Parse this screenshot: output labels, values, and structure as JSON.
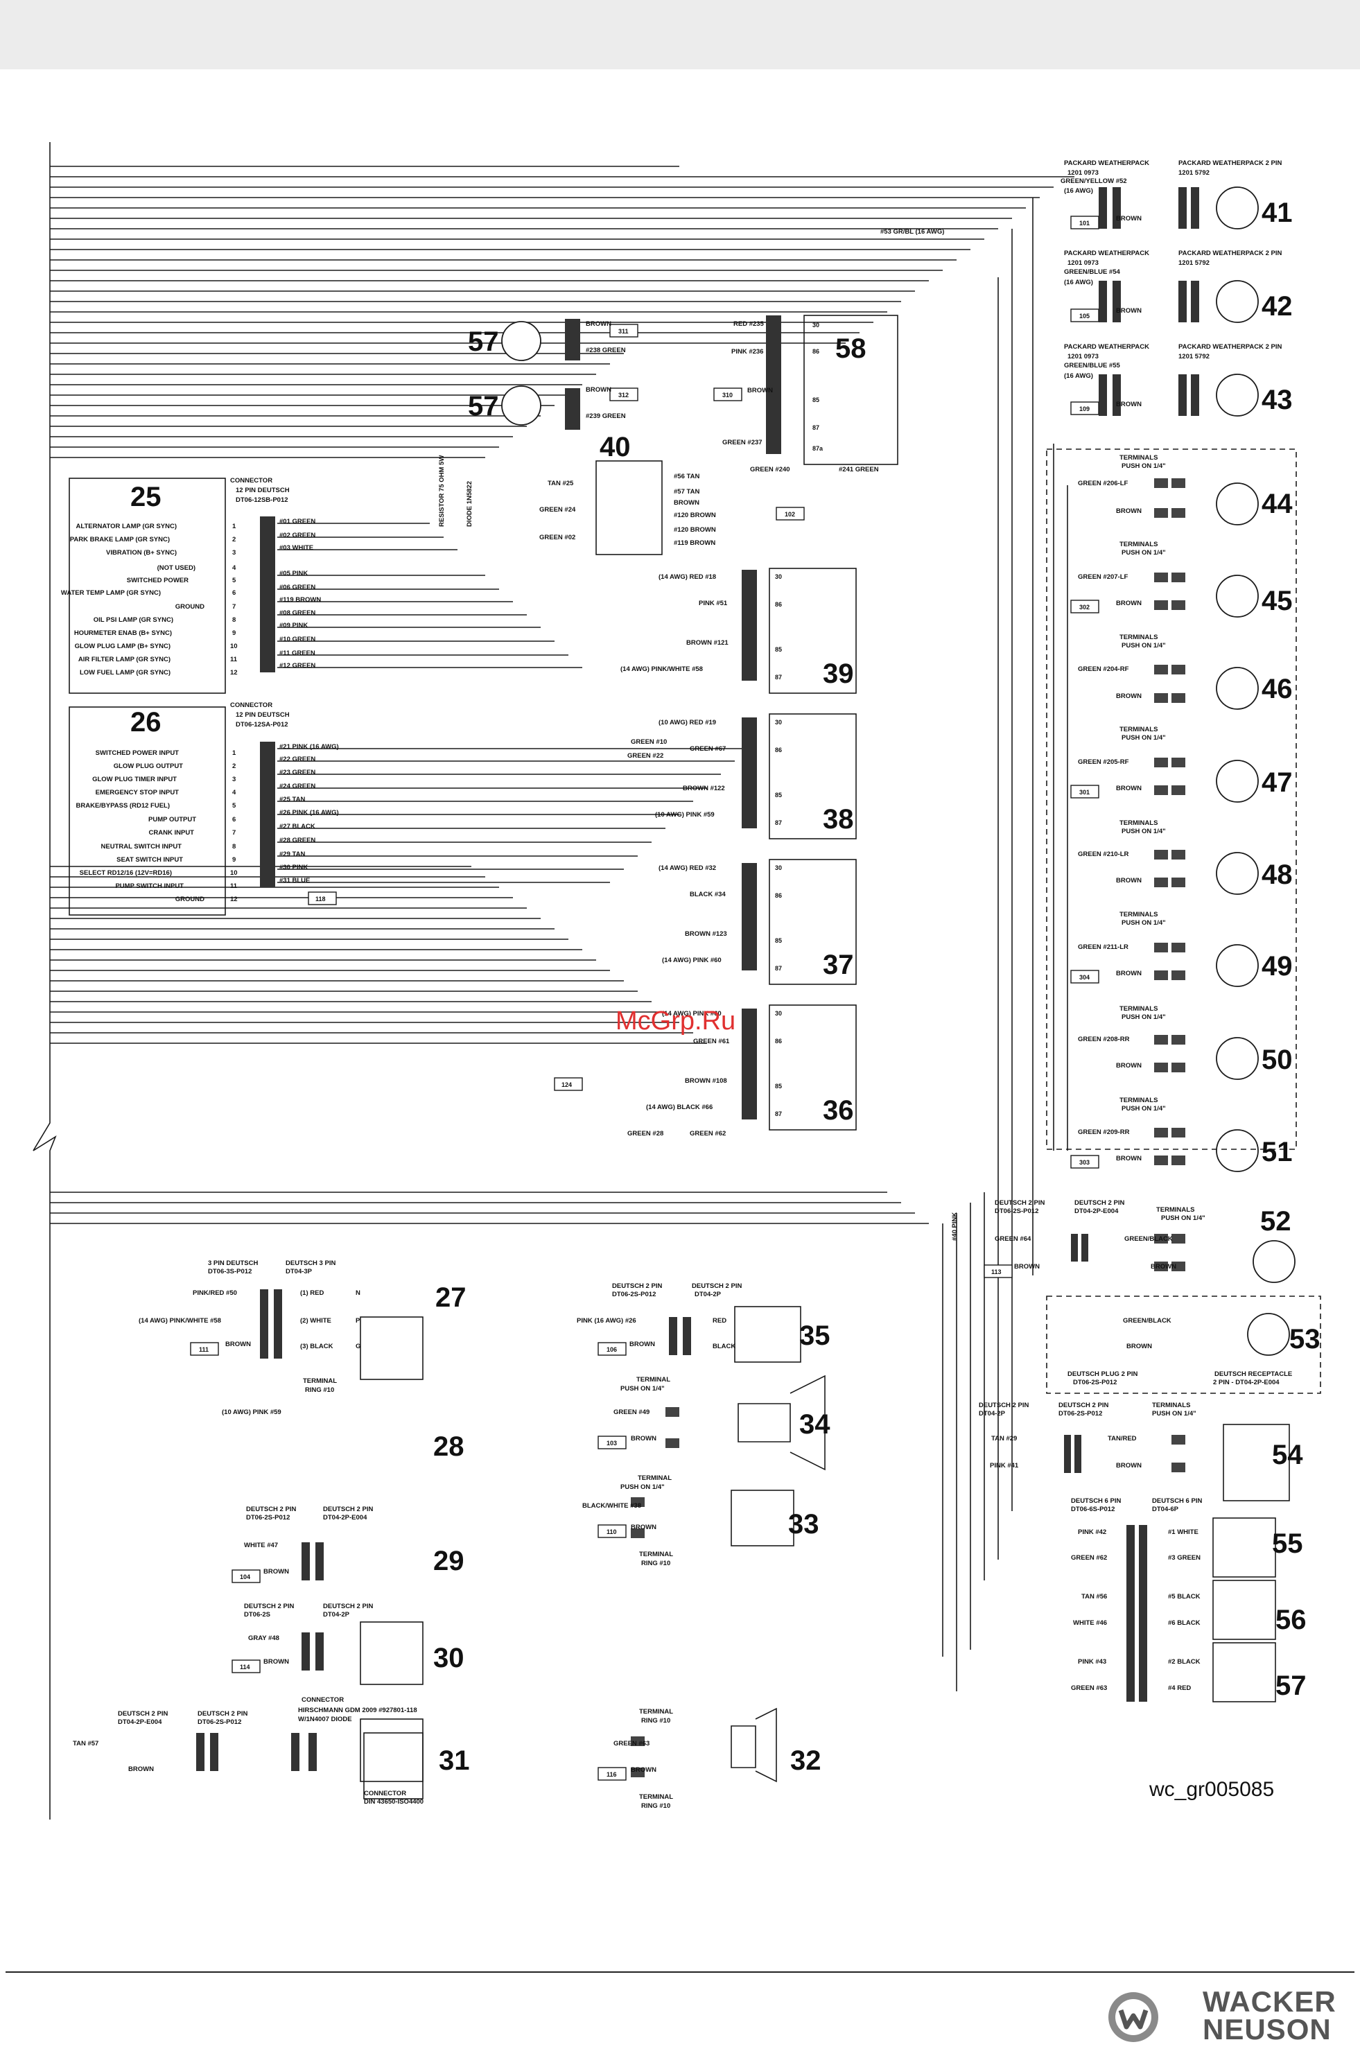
{
  "watermark": "McGrp.Ru",
  "reference": "wc_gr005085",
  "brand": {
    "line1": "WACKER",
    "line2": "NEUSON"
  },
  "connector25": {
    "number": "25",
    "header": [
      "CONNECTOR",
      "12 PIN DEUTSCH",
      "DT06-12SB-P012"
    ],
    "functions": [
      "ALTERNATOR LAMP (GR SYNC)",
      "PARK BRAKE LAMP (GR SYNC)",
      "VIBRATION (B+ SYNC)",
      "(NOT USED)",
      "SWITCHED POWER",
      "WATER TEMP LAMP (GR SYNC)",
      "GROUND",
      "OIL PSI LAMP (GR SYNC)",
      "HOURMETER ENAB (B+ SYNC)",
      "GLOW PLUG LAMP (B+ SYNC)",
      "AIR FILTER LAMP (GR SYNC)",
      "LOW FUEL LAMP (GR SYNC)"
    ],
    "pins": [
      "1",
      "2",
      "3",
      "4",
      "5",
      "6",
      "7",
      "8",
      "9",
      "10",
      "11",
      "12"
    ],
    "wires": [
      "#01 GREEN",
      "#02 GREEN",
      "#03 WHITE",
      "#05 PINK",
      "#06 GREEN",
      "#119 BROWN",
      "#08 GREEN",
      "#09 PINK",
      "#10 GREEN",
      "#11 GREEN",
      "#12 GREEN"
    ]
  },
  "connector26": {
    "number": "26",
    "header": [
      "CONNECTOR",
      "12 PIN DEUTSCH",
      "DT06-12SA-P012"
    ],
    "functions": [
      "SWITCHED POWER INPUT",
      "GLOW PLUG OUTPUT",
      "GLOW PLUG TIMER INPUT",
      "EMERGENCY STOP INPUT",
      "BRAKE/BYPASS (RD12 FUEL)",
      "PUMP OUTPUT",
      "CRANK INPUT",
      "NEUTRAL SWITCH INPUT",
      "SEAT SWITCH INPUT",
      "SELECT RD12/16 (12V=RD16)",
      "PUMP SWITCH INPUT",
      "GROUND"
    ],
    "pins": [
      "1",
      "2",
      "3",
      "4",
      "5",
      "6",
      "7",
      "8",
      "9",
      "10",
      "11",
      "12"
    ],
    "wires": [
      "#21 PINK (16 AWG)",
      "#22 GREEN",
      "#23 GREEN",
      "#24 GREEN",
      "#25 TAN",
      "#26 PINK (16 AWG)",
      "#27 BLACK",
      "#28 GREEN",
      "#29 TAN",
      "#30 PINK",
      "#31 BLUE"
    ],
    "ground_box": "118"
  },
  "component_numbers": {
    "lamp57a": "57",
    "lamp57b": "57",
    "relay58": "58",
    "switch40": "40",
    "relay39": "39",
    "relay38": "38",
    "relay37": "37",
    "relay36": "36",
    "c41": "41",
    "c42": "42",
    "c43": "43",
    "c44": "44",
    "c45": "45",
    "c46": "46",
    "c47": "47",
    "c48": "48",
    "c49": "49",
    "c50": "50",
    "c51": "51",
    "c52": "52",
    "c53": "53",
    "c54": "54",
    "c55": "55",
    "c56": "56",
    "c57": "57",
    "c27": "27",
    "c28": "28",
    "c29": "29",
    "c30": "30",
    "c31": "31",
    "c32": "32",
    "c33": "33",
    "c34": "34",
    "c35": "35"
  },
  "relay_pins": [
    "30",
    "86",
    "85",
    "87",
    "87a"
  ],
  "labels": {
    "lamp57a_brown": "BROWN",
    "lamp57a_box": "311",
    "lamp57a_wire": "#238 GREEN",
    "lamp57b_brown": "BROWN",
    "lamp57b_box": "312",
    "lamp57b_wire": "#239 GREEN",
    "r58_red": "RED #235",
    "r58_pink": "PINK #236",
    "r58_box": "310",
    "r58_brown": "BROWN",
    "r58_green237": "GREEN #237",
    "r58_green240": "GREEN #240",
    "r58_green241": "#241 GREEN",
    "resistor": "RESISTOR 75 OHM 5W",
    "diode": "DIODE 1N5822",
    "sw40_tan25": "TAN #25",
    "sw40_green24": "GREEN #24",
    "sw40_green02": "GREEN #02",
    "sw40_tan56": "#56 TAN",
    "sw40_tan57": "#57 TAN",
    "sw40_brown": "BROWN",
    "sw40_b120a": "#120 BROWN",
    "sw40_b120b": "#120 BROWN",
    "sw40_b119": "#119 BROWN",
    "sw40_box": "102",
    "r39_red18": "(14 AWG) RED #18",
    "r39_pink51": "PINK #51",
    "r39_brown121": "BROWN #121",
    "r39_pinkwhite58": "(14 AWG) PINK/WHITE #58",
    "r38_red19": "(10 AWG) RED #19",
    "r38_green10": "GREEN #10",
    "r38_green22": "GREEN #22",
    "r38_green67": "GREEN #67",
    "r38_brown122": "BROWN #122",
    "r38_pink59": "(10 AWG) PINK #59",
    "r37_red32": "(14 AWG) RED #32",
    "r37_black34": "BLACK #34",
    "r37_brown123": "BROWN #123",
    "r37_pink60": "(14 AWG) PINK #60",
    "r36_pink60": "(14 AWG) PINK #60",
    "r36_green61": "GREEN #61",
    "r36_brown108": "BROWN #108",
    "r36_black66": "(14 AWG) BLACK #66",
    "r36_box": "124",
    "r36_green28": "GREEN #28",
    "r36_green62": "GREEN #62",
    "c41_pk1": "PACKARD WEATHERPACK",
    "c41_pk2": "1201 0973",
    "c41_pk3": "GREEN/YELLOW #52",
    "c41_pk4": "(16 AWG)",
    "c41_pw1": "PACKARD WEATHERPACK 2 PIN",
    "c41_pw2": "1201 5792",
    "c41_box": "101",
    "c41_brown": "BROWN",
    "c41_grbl": "#53 GR/BL (16 AWG)",
    "c42_pk1": "PACKARD WEATHERPACK",
    "c42_pk2": "1201 0973",
    "c42_pk3": "GREEN/BLUE #54",
    "c42_pk4": "(16 AWG)",
    "c42_pw1": "PACKARD WEATHERPACK 2 PIN",
    "c42_pw2": "1201 5792",
    "c42_box": "105",
    "c42_brown": "BROWN",
    "c43_pk1": "PACKARD WEATHERPACK",
    "c43_pk2": "1201 0973",
    "c43_pk3": "GREEN/BLUE #55",
    "c43_pk4": "(16 AWG)",
    "c43_pw1": "PACKARD WEATHERPACK 2 PIN",
    "c43_pw2": "1201 5792",
    "c43_box": "109",
    "c43_brown": "BROWN",
    "t_terminals": "TERMINALS",
    "t_push": "PUSH ON 1/4\"",
    "c44_green": "GREEN #206-LF",
    "c44_brown": "BROWN",
    "c45_green": "GREEN #207-LF",
    "c45_box": "302",
    "c45_brown": "BROWN",
    "c46_green": "GREEN #204-RF",
    "c46_brown": "BROWN",
    "c47_green": "GREEN #205-RF",
    "c47_box": "301",
    "c47_brown": "BROWN",
    "c48_green": "GREEN #210-LR",
    "c48_brown": "BROWN",
    "c49_green": "GREEN #211-LR",
    "c49_box": "304",
    "c49_brown": "BROWN",
    "c50_green": "GREEN #208-RR",
    "c50_brown": "BROWN",
    "c51_green": "GREEN #209-RR",
    "c51_box": "303",
    "c51_brown": "BROWN",
    "pink40": "#40 PINK",
    "c52_d1": "DEUTSCH 2 PIN",
    "c52_d2": "DT06-2S-P012",
    "c52_d3": "DEUTSCH 2 PIN",
    "c52_d4": "DT04-2P-E004",
    "c52_green64": "GREEN #64",
    "c52_box": "113",
    "c52_brown": "BROWN",
    "c52_gb": "GREEN/BLACK",
    "c52_brown2": "BROWN",
    "c53_gb": "GREEN/BLACK",
    "c53_brown": "BROWN",
    "c53_p1": "DEUTSCH PLUG 2 PIN",
    "c53_p2": "DT06-2S-P012",
    "c53_r1": "DEUTSCH RECEPTACLE",
    "c53_r2": "2 PIN - DT04-2P-E004",
    "c54_d1": "DEUTSCH 2 PIN",
    "c54_d2": "DT04-2P",
    "c54_d3": "DEUTSCH 2 PIN",
    "c54_d4": "DT06-2S-P012",
    "c54_tan29": "TAN #29",
    "c54_pink41": "PINK #41",
    "c54_tanred": "TAN/RED",
    "c54_brown": "BROWN",
    "c55_d1": "DEUTSCH 6 PIN",
    "c55_d2": "DT06-6S-P012",
    "c55_d3": "DEUTSCH 6 PIN",
    "c55_d4": "DT04-6P",
    "c55_pink42": "PINK #42",
    "c55_green62": "GREEN #62",
    "c55_w1": "#1 WHITE",
    "c55_g3": "#3 GREEN",
    "c56_tan56": "TAN #56",
    "c56_white46": "WHITE #46",
    "c56_b5": "#5 BLACK",
    "c56_b6": "#6 BLACK",
    "c57_pink43": "PINK #43",
    "c57_green63": "GREEN #63",
    "c57_b2": "#2 BLACK",
    "c57_r4": "#4 RED",
    "c27_d1": "3 PIN DEUTSCH",
    "c27_d2": "DT06-3S-P012",
    "c27_d3": "DEUTSCH 3 PIN",
    "c27_d4": "DT04-3P",
    "c27_pinkred": "PINK/RED #50",
    "c27_pw58": "(14 AWG) PINK/WHITE #58",
    "c27_box": "111",
    "c27_brown": "BROWN",
    "c27_red": "(1) RED",
    "c27_white": "(2) WHITE",
    "c27_black": "(3) BLACK",
    "c27_n": "N",
    "c27_p": "P",
    "c27_g": "G",
    "c28_t1": "TERMINAL",
    "c28_t2": "RING #10",
    "c28_pink59": "(10 AWG) PINK #59",
    "c29_d1": "DEUTSCH 2 PIN",
    "c29_d2": "DT06-2S-P012",
    "c29_d3": "DEUTSCH 2 PIN",
    "c29_d4": "DT04-2P-E004",
    "c29_white47": "WHITE #47",
    "c29_box": "104",
    "c29_brown": "BROWN",
    "c30_d1": "DEUTSCH 2 PIN",
    "c30_d2": "DT06-2S",
    "c30_d3": "DEUTSCH 2 PIN",
    "c30_d4": "DT04-2P",
    "c30_gray48": "GRAY #48",
    "c30_box": "114",
    "c30_brown": "BROWN",
    "c31_d1": "DEUTSCH 2 PIN",
    "c31_d2": "DT04-2P-E004",
    "c31_d3": "DEUTSCH 2 PIN",
    "c31_d4": "DT06-2S-P012",
    "c31_c1": "CONNECTOR",
    "c31_c2": "HIRSCHMANN GDM 2009 #927801-118",
    "c31_c3": "W/1N4007 DIODE",
    "c31_tan57": "TAN #57",
    "c31_brown": "BROWN",
    "c31_cb1": "CONNECTOR",
    "c31_cb2": "DIN 43650-ISO4400",
    "c32_t1": "TERMINAL",
    "c32_t2": "RING #10",
    "c32_green63": "GREEN #63",
    "c32_box": "116",
    "c32_brown": "BROWN",
    "c32_t3": "TERMINAL",
    "c32_t4": "RING #10",
    "c33_t1": "TERMINAL",
    "c33_t2": "PUSH ON 1/4\"",
    "c33_bw38": "BLACK/WHITE #38",
    "c33_box": "110",
    "c33_brown": "BROWN",
    "c33_t3": "TERMINAL",
    "c33_t4": "RING #10",
    "c34_t1": "TERMINAL",
    "c34_t2": "PUSH ON 1/4\"",
    "c34_green49": "GREEN #49",
    "c34_box": "103",
    "c34_brown": "BROWN",
    "c35_d1": "DEUTSCH 2 PIN",
    "c35_d2": "DT06-2S-P012",
    "c35_d3": "DEUTSCH 2 PIN",
    "c35_d4": "DT04-2P",
    "c35_pink26": "PINK (16 AWG) #26",
    "c35_box": "106",
    "c35_brown": "BROWN",
    "c35_red": "RED",
    "c35_black": "BLACK"
  }
}
